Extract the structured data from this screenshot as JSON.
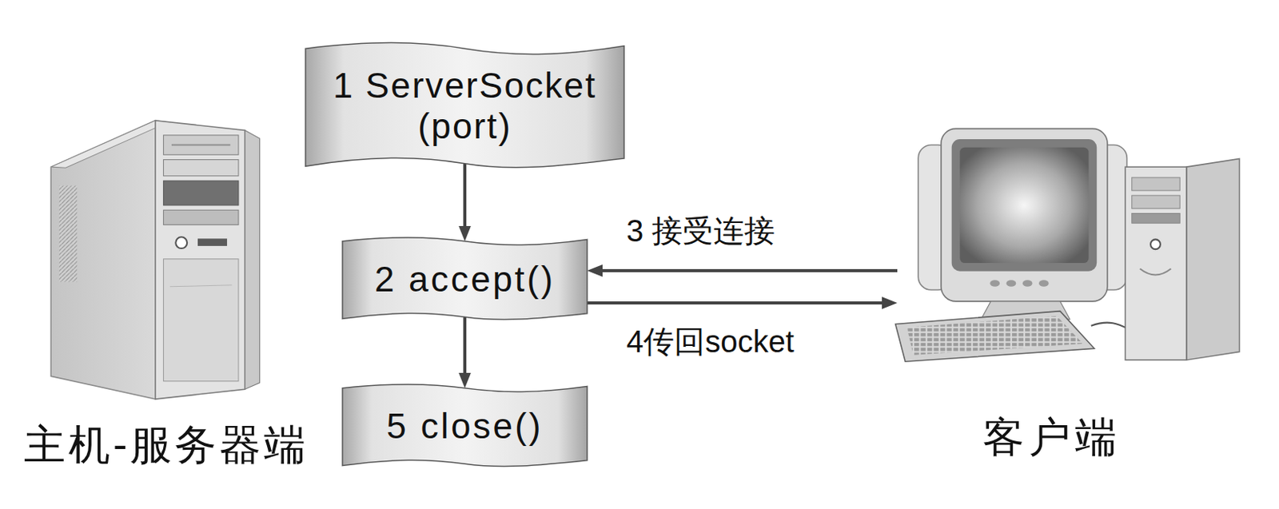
{
  "diagram": {
    "nodes": [
      {
        "text": [
          "主机-服务器端"
        ]
      },
      {
        "text": [
          "1 ServerSocket (port)"
        ]
      },
      {
        "text": [
          "2 accept()"
        ]
      },
      {
        "text": [
          "5 close()"
        ]
      },
      {
        "text": [
          "客户端"
        ]
      }
    ],
    "edges": [
      {
        "from": 1,
        "to": 2,
        "arrow": "to"
      },
      {
        "from": 2,
        "to": 3,
        "arrow": "to"
      },
      {
        "from": 4,
        "to": 2,
        "arrow": "to",
        "label": "3 接受连接"
      },
      {
        "from": 2,
        "to": 4,
        "arrow": "to",
        "label": "4传回socket"
      }
    ]
  }
}
